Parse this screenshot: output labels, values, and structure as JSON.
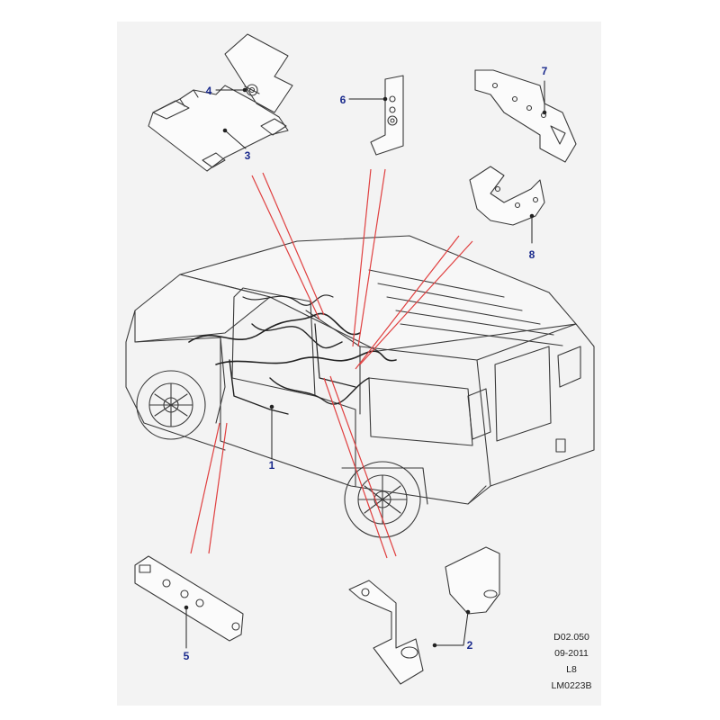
{
  "diagram": {
    "callouts": {
      "c1": "1",
      "c2": "2",
      "c3": "3",
      "c4": "4",
      "c5": "5",
      "c6": "6",
      "c7": "7",
      "c8": "8"
    },
    "meta": {
      "ref": "D02.050",
      "date": "09-2011",
      "model": "L8",
      "drawing_no": "LM0223B"
    },
    "colors": {
      "leader_red": "#e04040",
      "callout_blue": "#1a2a8c",
      "outline": "#333333",
      "sheet": "#f3f3f3"
    }
  }
}
